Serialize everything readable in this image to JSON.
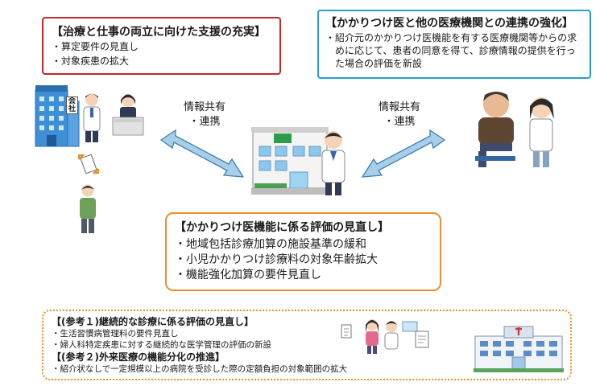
{
  "work_support": {
    "title": "【治療と仕事の両立に向けた支援の充実】",
    "items": [
      "算定要件の見直し",
      "対象疾患の拡大"
    ]
  },
  "liaison": {
    "title": "【かかりつけ医と他の医療機関との連携の強化】",
    "text": "・紹介元のかかりつけ医機能を有する医療機関等からの求めに応じて、患者の同意を得て、診療情報の提供を行った場合の評価を新設"
  },
  "info_share_left": {
    "line1": "情報共有",
    "line2": "・連携"
  },
  "info_share_right": {
    "line1": "情報共有",
    "line2": "・連携"
  },
  "company_sign": "会社",
  "main_review": {
    "title": "【かかりつけ医機能に係る評価の見直し】",
    "items": [
      "地域包括診療加算の施設基準の緩和",
      "小児かかりつけ診療料の対象年齢拡大",
      "機能強化加算の要件見直し"
    ]
  },
  "reference": {
    "title1": "【(参考１)継続的な診療に係る評価の見直し】",
    "items1": [
      "生活習慣病管理料の要件見直し",
      "婦人科特定疾患に対する継続的な医学管理の評価の新設"
    ],
    "title2": "【(参考２)外来医療の機能分化の推進】",
    "items2": [
      "紹介状なしで一定規模以上の病院を受診した際の定額負担の対象範囲の拡大"
    ]
  },
  "colors": {
    "red": "#c0282d",
    "blue": "#2aa0c7",
    "orange": "#e8902e",
    "arrow": "#a8cfe8"
  }
}
